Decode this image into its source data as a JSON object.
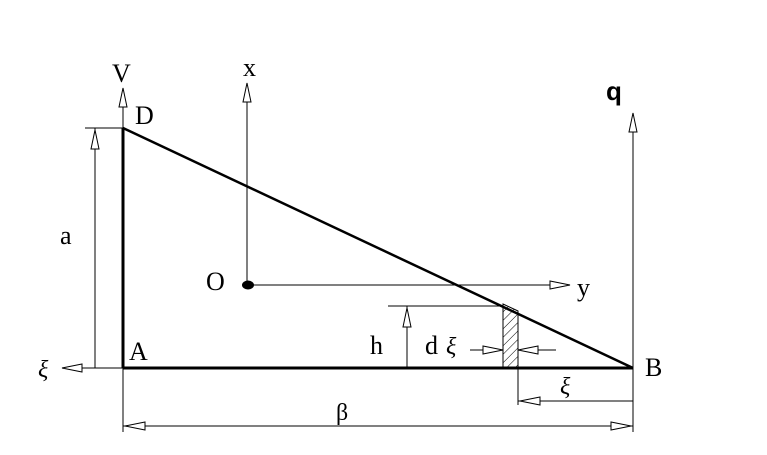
{
  "labels": {
    "V": "V",
    "x": "x",
    "q": "q",
    "D": "D",
    "a": "a",
    "O": "O",
    "y": "y",
    "h": "h",
    "d": "d",
    "xi_strip": "ξ",
    "xi_left": "ξ",
    "A": "A",
    "B": "B",
    "xi_bottom": "ξ",
    "beta": "β"
  },
  "colors": {
    "ink": "#000000",
    "background": "#ffffff"
  }
}
